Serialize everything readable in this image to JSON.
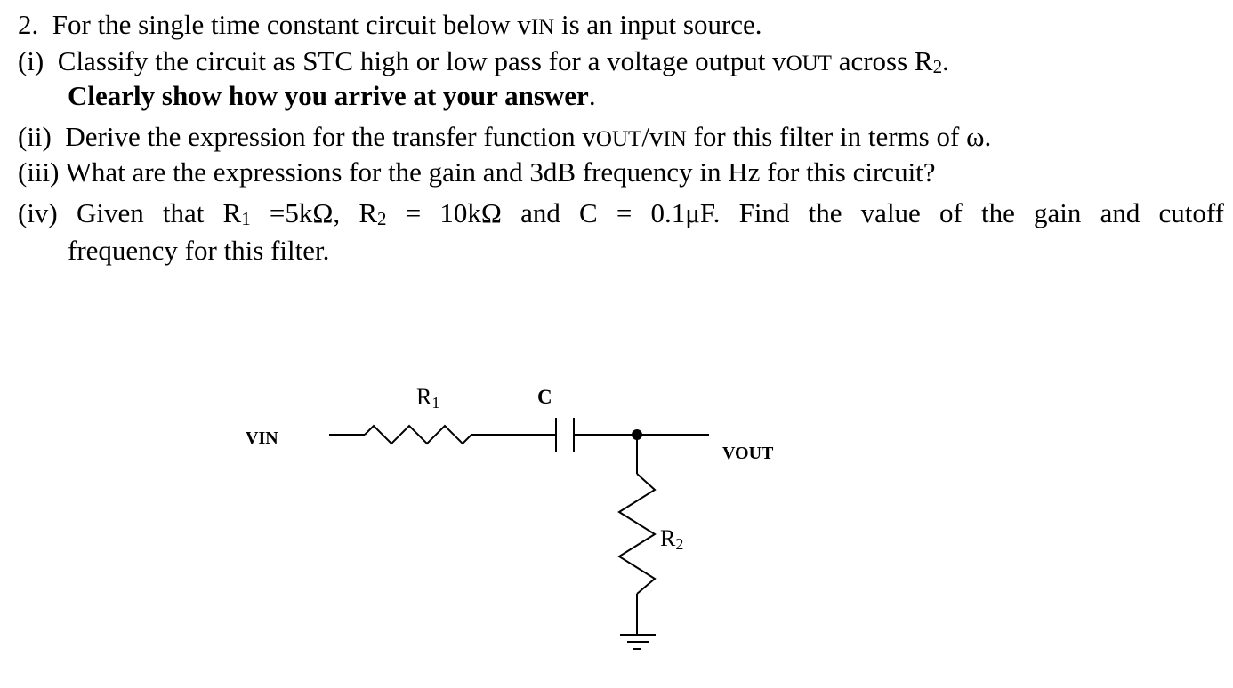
{
  "question": {
    "number": "2.",
    "intro_a": "For the single time constant circuit below v",
    "intro_sub": "IN",
    "intro_b": " is an input source.",
    "i_label": "(i)",
    "i_a": "Classify the circuit as STC high or low pass for a voltage output v",
    "i_sub": "OUT",
    "i_b": " across R",
    "i_num": "2",
    "i_c": ".",
    "i_bold": "Clearly show how you arrive at your answer",
    "i_end": ".",
    "ii_label": "(ii)",
    "ii_a": "Derive the expression for the transfer function v",
    "ii_sub1": "OUT",
    "ii_mid": "/v",
    "ii_sub2": "IN",
    "ii_b": " for this filter in terms of ω.",
    "iii_text": "(iii) What are the expressions for the gain and 3dB frequency in Hz for this circuit?",
    "iv_a": "(iv) Given that R",
    "iv_n1": "1",
    "iv_b": " =5kΩ, R",
    "iv_n2": "2",
    "iv_c": " =  10kΩ and C = 0.1μF. Find the value of the gain and cutoff",
    "iv_cont": "frequency for this filter."
  },
  "circuit": {
    "vin_label": "VIN",
    "vout_label": "VOUT",
    "r1_letter": "R",
    "r1_sub": "1",
    "c_label": "C",
    "r2_letter": "R",
    "r2_sub": "2"
  }
}
